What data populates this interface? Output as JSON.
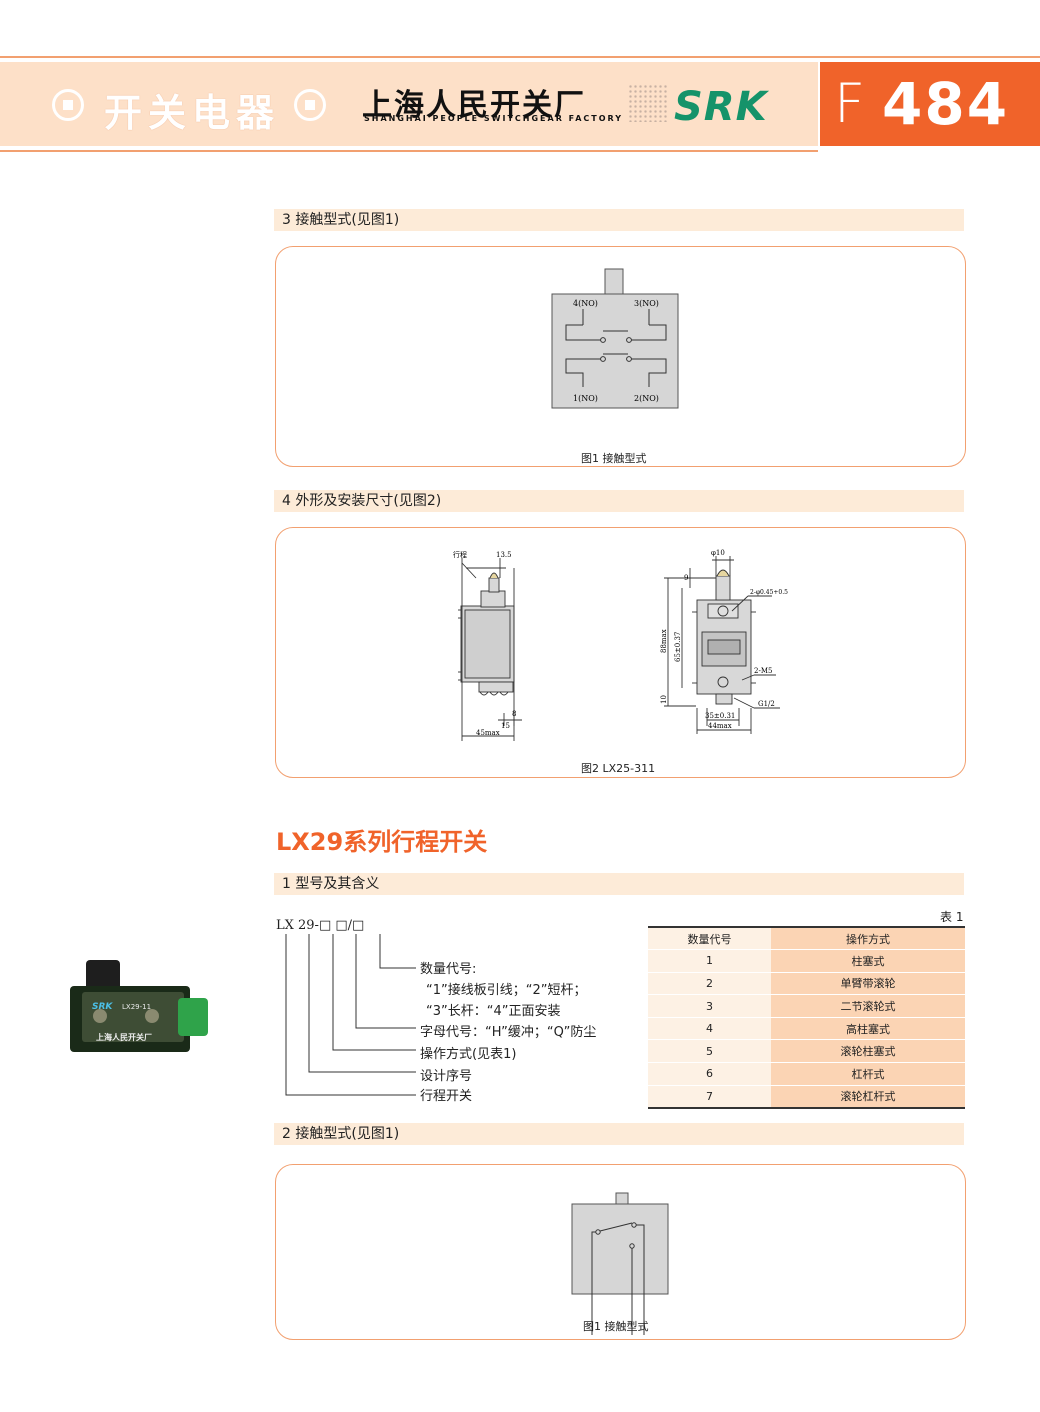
{
  "header": {
    "title": "开关电器",
    "company_cn": "上海人民开关厂",
    "company_en": "SHANGHAI PEOPLE SWITCHGEAR FACTORY",
    "brand": "SRK",
    "page_prefix": "F",
    "page_number": "484",
    "colors": {
      "accent": "#f0632a",
      "band": "#fde0c8",
      "brand": "#15936a"
    }
  },
  "sec3": {
    "title": "3 接触型式(见图1)",
    "fig": {
      "label_tl": "4(NO)",
      "label_tr": "3(NO)",
      "label_bl": "1(NO)",
      "label_br": "2(NO)",
      "caption": "图1 接触型式"
    }
  },
  "sec4": {
    "title": "4 外形及安装尺寸(见图2)",
    "fig": {
      "stroke": "行程",
      "d_13_5": "13.5",
      "d_45max": "45max",
      "d_15": "15",
      "d_8": "8",
      "d_10top": "φ10",
      "d_9": "9",
      "d_hole": "2-φ0.45+0.5",
      "d_88": "88max",
      "d_65": "65±0.37",
      "d_m5": "2-M5",
      "d_10": "10",
      "d_g12": "G1/2",
      "d_35": "35±0.31",
      "d_44": "44max",
      "caption": "图2 LX25-311"
    }
  },
  "lx29": {
    "title": "LX29系列行程开关"
  },
  "sec1": {
    "title": "1 型号及其含义",
    "code": "LX 29-□ □/□",
    "items": [
      "数量代号:",
      "“1”接线板引线；“2”短杆；",
      "“3”长杆：“4”正面安装",
      "字母代号：“H”缓冲；“Q”防尘",
      "操作方式(见表1)",
      "设计序号",
      "行程开关"
    ]
  },
  "table1": {
    "label": "表 1",
    "headers": [
      "数量代号",
      "操作方式"
    ],
    "rows": [
      [
        "1",
        "柱塞式"
      ],
      [
        "2",
        "单臂带滚轮"
      ],
      [
        "3",
        "二节滚轮式"
      ],
      [
        "4",
        "高柱塞式"
      ],
      [
        "5",
        "滚轮柱塞式"
      ],
      [
        "6",
        "杠杆式"
      ],
      [
        "7",
        "滚轮杠杆式"
      ]
    ]
  },
  "photo": {
    "brand": "SRK",
    "model": "LX29-11",
    "maker": "上海人民开关厂"
  },
  "sec2": {
    "title": "2 接触型式(见图1)",
    "fig": {
      "caption": "图1 接触型式"
    }
  }
}
